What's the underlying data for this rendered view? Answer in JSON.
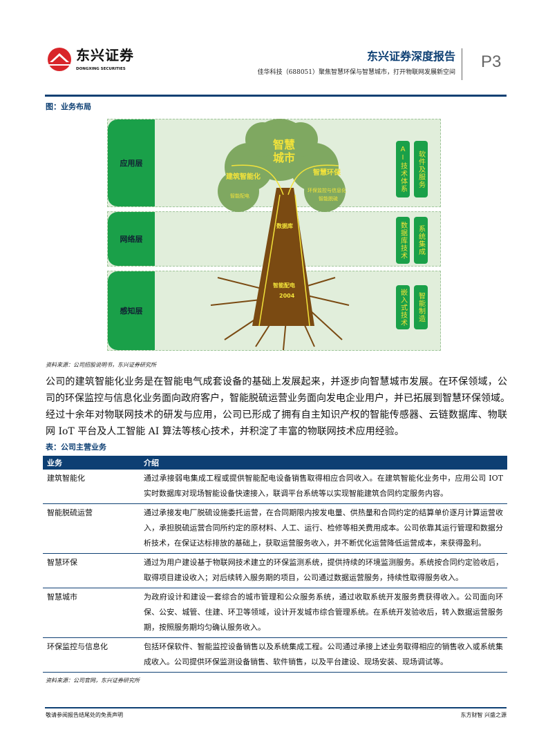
{
  "header": {
    "logo_cn": "东兴证券",
    "logo_en": "DONGXING SECURITIES",
    "report_type": "东兴证券深度报告",
    "subtitle": "佳华科技（688051）聚焦智慧环保与智慧城市，打开物联网发展新空间",
    "page": "P3",
    "brand_color": "#0d3f73"
  },
  "figure": {
    "title": "图：业务布局",
    "layers": [
      "应用层",
      "网络层",
      "感知层"
    ],
    "tree_labels": {
      "crown": "智慧城市",
      "left_branch": "建筑智能化",
      "left_sub": "智能配电",
      "right_branch": "智慧环保",
      "right_sub1": "环保监控与信息化",
      "right_sub2": "智能脱硫",
      "trunk": "数据库",
      "root": "智能配电",
      "root_year": "2004"
    },
    "badges": [
      [
        "AI技术体系",
        "软件及服务"
      ],
      [
        "数据库技术",
        "系统集成"
      ],
      [
        "嵌入式技术",
        "智能制造"
      ]
    ],
    "source": "资料来源：公司招股说明书，东兴证券研究所",
    "accent_green": "#1aa049"
  },
  "paragraph": [
    "公司的建筑智能化业务是在智能电气成套设备的基础上发展起来，并逐步向智慧城市发展。在环保领域，公",
    "司的环保监控与信息化业务面向政府客户，智能脱硫运营业务面向发电企业用户，并已拓展到智慧环保领域。",
    "经过十余年对物联网技术的研发与应用，公司已形成了拥有自主知识产权的智能传感器、云链数据库、物联",
    "网 IoT 平台及人工智能 AI 算法等核心技术，并积淀了丰富的物联网技术应用经验。"
  ],
  "table": {
    "title": "表：公司主营业务",
    "headers": [
      "业务",
      "介绍"
    ],
    "rows": [
      [
        "建筑智能化",
        "通过承接弱电集成工程或提供智能配电设备销售取得相应合同收入。在建筑智能化业务中，应用公司 IOT 实时数据库对现场智能设备快速接入，联调平台系统等以实现智能建筑合同约定服务内容。"
      ],
      [
        "智能脱硫运营",
        "通过承接发电厂脱硫设施委托运营，在合同期限内按发电量、供热量和合同约定的结算单价逐月计算运营收入，承担脱硫运营合同所约定的原材料、人工、运行、检修等相关费用成本。公司依靠其运行管理和数据分析技术，在保证达标排放的基础上，获取运营服务收入，并不断优化运营降低运营成本，来获得盈利。"
      ],
      [
        "智慧环保",
        "通过为用户建设基于物联网技术建立的环保监测系统，提供持续的环境监测服务。系统按合同约定验收后，取得项目建设收入；对后续转入服务期的项目，公司通过数据运营服务，持续性取得服务收入。"
      ],
      [
        "智慧城市",
        "为政府设计和建设一套综合的城市管理和公众服务系统，通过收取系统开发服务费获得收入。公司面向环保、公安、城管、住建、环卫等领域，设计开发城市综合管理系统。在系统开发验收后，转入数据运营服务期，按照服务期均匀确认服务收入。"
      ],
      [
        "环保监控与信息化",
        "包括环保软件、智能监控设备销售以及系统集成工程。公司通过承接上述业务取得相应的销售收入或系统集成收入。公司提供环保监测设备销售、软件销售，以及平台建设、现场安装、现场调试等。"
      ]
    ],
    "source": "资料来源：公司官网，东兴证券研究所"
  },
  "footer": {
    "left": "敬请参阅报告结尾处的免责声明",
    "right": "东方财智 兴盛之源"
  }
}
